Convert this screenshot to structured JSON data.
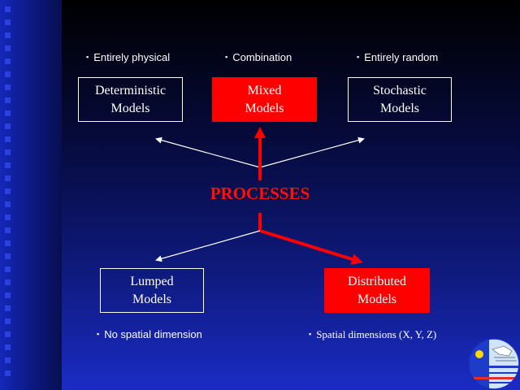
{
  "top_captions": {
    "deterministic": "Entirely physical",
    "mixed": "Combination",
    "stochastic": "Entirely random"
  },
  "boxes": {
    "deterministic": {
      "line1": "Deterministic",
      "line2": "Models"
    },
    "mixed": {
      "line1": "Mixed",
      "line2": "Models"
    },
    "stochastic": {
      "line1": "Stochastic",
      "line2": "Models"
    },
    "lumped": {
      "line1": "Lumped",
      "line2": "Models"
    },
    "distributed": {
      "line1": "Distributed",
      "line2": "Models"
    }
  },
  "center_label": "PROCESSES",
  "bottom_captions": {
    "lumped": "No spatial dimension",
    "distributed": "Spatial dimensions (X, Y, Z)"
  },
  "bullet_glyph": "▪",
  "colors": {
    "highlight": "#ff0000",
    "text": "#ffffff",
    "background_top": "#000000",
    "background_bottom": "#1a2bc4"
  },
  "icons": {
    "logo": "globe-emblem-icon"
  }
}
